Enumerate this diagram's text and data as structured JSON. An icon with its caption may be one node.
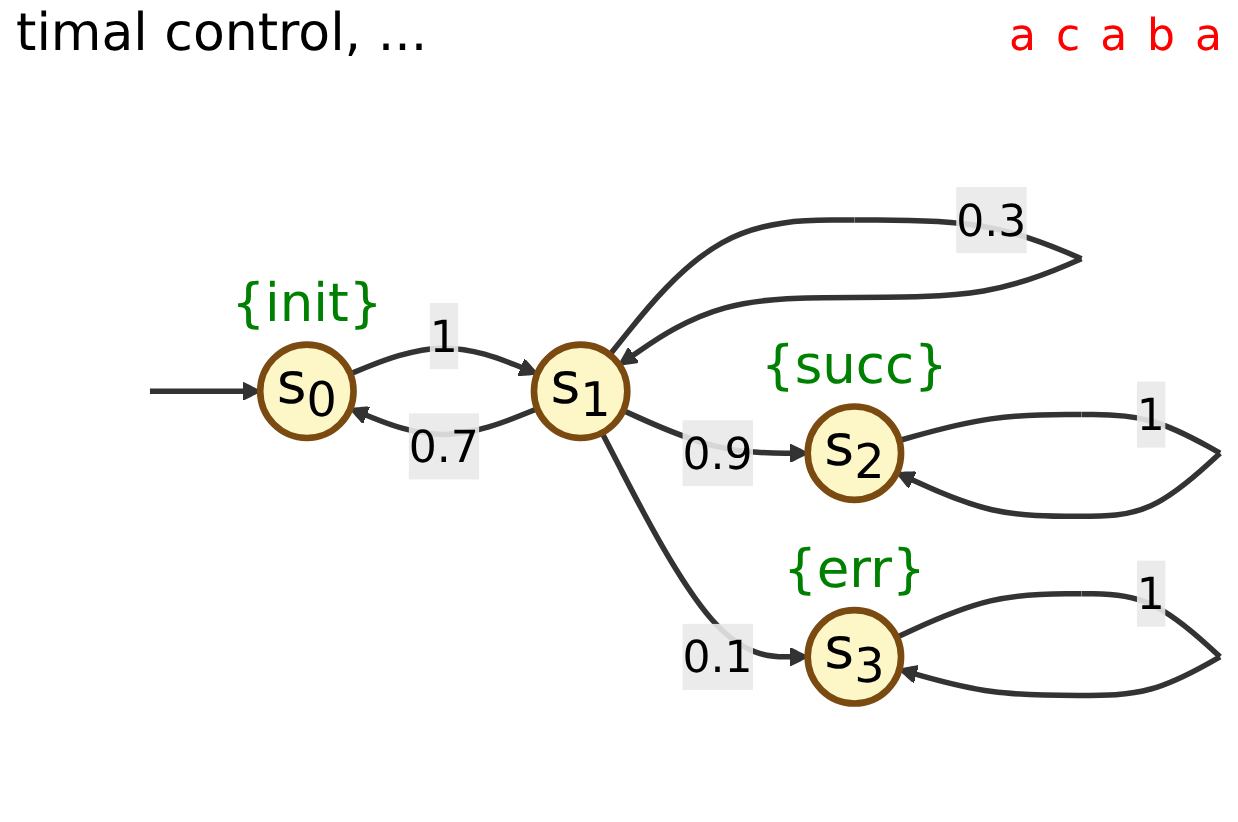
{
  "diagram": {
    "nodes": [
      {
        "text": [
          "s$_{0}$"
        ],
        "beside": [
          "{init}"
        ]
      },
      {
        "text": [
          "s$_{1}$"
        ]
      },
      {
        "text": [
          "s$_{2}$"
        ],
        "beside": [
          "{succ}"
        ]
      },
      {
        "text": [
          "s$_{3}$"
        ],
        "beside": [
          "{err}"
        ]
      }
    ],
    "edges": [
      {
        "from": null,
        "to": 0,
        "arrow": "to"
      },
      {
        "from": 0,
        "to": 1,
        "arrow": "to",
        "label": "1"
      },
      {
        "from": 1,
        "to": 0,
        "arrow": "to",
        "label": "0.7"
      },
      {
        "from": 1,
        "to": 1,
        "arrow": "to",
        "label": "0.3"
      },
      {
        "from": 1,
        "to": 2,
        "arrow": "to",
        "label": "0.9"
      },
      {
        "from": 1,
        "to": 3,
        "arrow": "to",
        "label": "0.1"
      },
      {
        "from": 2,
        "to": 2,
        "arrow": "to",
        "label": "1"
      },
      {
        "from": 3,
        "to": 3,
        "arrow": "to",
        "label": "1"
      }
    ],
    "labels": [
      "timal control, ...",
      "a",
      "c",
      "a",
      "b",
      "a"
    ]
  }
}
